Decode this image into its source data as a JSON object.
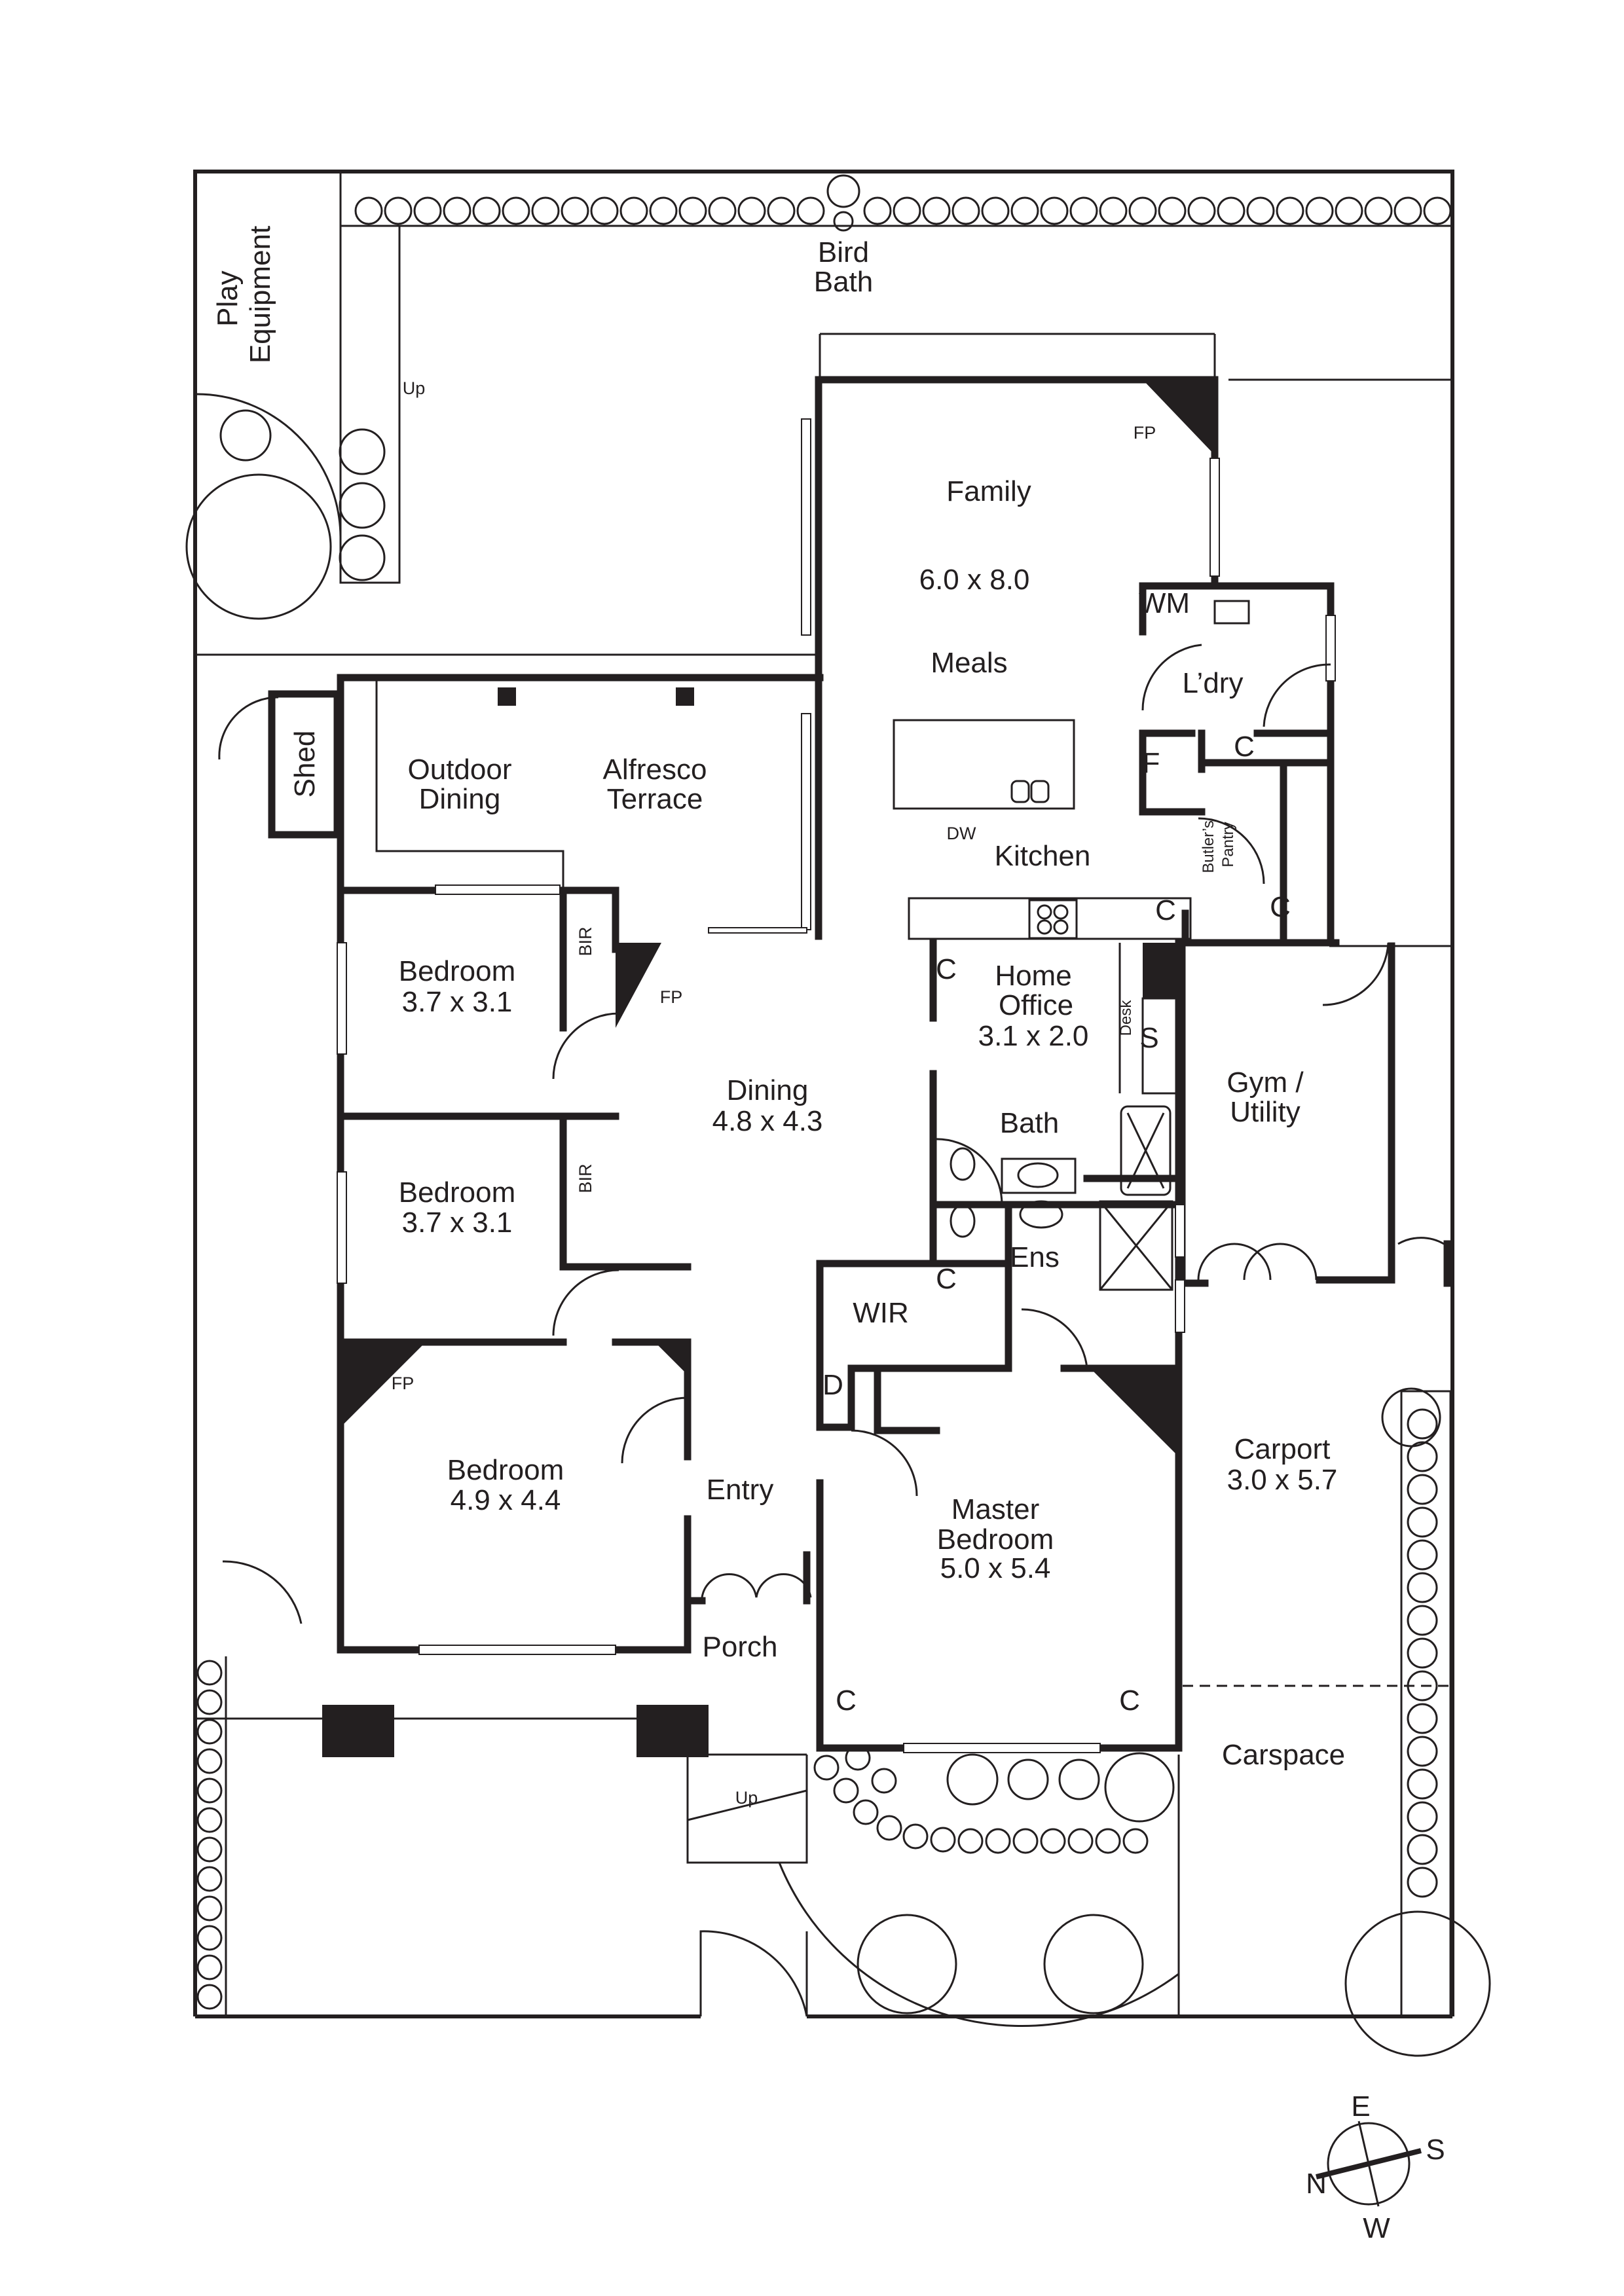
{
  "rooms": {
    "family": {
      "name": "Family",
      "size": "6.0 x 8.0"
    },
    "meals": {
      "name": "Meals"
    },
    "kitchen": {
      "name": "Kitchen"
    },
    "laundry": {
      "name": "L’dry"
    },
    "butlers_pantry": {
      "line1": "Butler’s",
      "line2": "Pantry"
    },
    "outdoor_dining": {
      "line1": "Outdoor",
      "line2": "Dining"
    },
    "alfresco": {
      "line1": "Alfresco",
      "line2": "Terrace"
    },
    "shed": {
      "name": "Shed"
    },
    "bedroom_1": {
      "name": "Bedroom",
      "size": "3.7 x 3.1"
    },
    "bedroom_2": {
      "name": "Bedroom",
      "size": "3.7 x 3.1"
    },
    "bedroom_3": {
      "name": "Bedroom",
      "size": "4.9 x 4.4"
    },
    "dining": {
      "name": "Dining",
      "size": "4.8 x 4.3"
    },
    "home_office": {
      "line1": "Home",
      "line2": "Office",
      "size": "3.1 x 2.0"
    },
    "bath": {
      "name": "Bath"
    },
    "ensuite": {
      "name": "Ens"
    },
    "wir": {
      "name": "WIR"
    },
    "gym": {
      "line1": "Gym /",
      "line2": "Utility"
    },
    "entry": {
      "name": "Entry"
    },
    "porch": {
      "name": "Porch"
    },
    "master": {
      "line1": "Master",
      "line2": "Bedroom",
      "size": "5.0 x 5.4"
    },
    "carport": {
      "name": "Carport",
      "size": "3.0 x 5.7"
    },
    "carspace": {
      "name": "Carspace"
    }
  },
  "features": {
    "play_equipment": {
      "line1": "Play",
      "line2": "Equipment"
    },
    "bird_bath": {
      "line1": "Bird",
      "line2": "Bath"
    },
    "up": "Up",
    "fp": "FP",
    "wm": "WM",
    "dw": "DW",
    "bir": "BIR",
    "cupboard": "C",
    "fridge": "F",
    "desk": "Desk",
    "storage": "S",
    "drawers": "D"
  },
  "compass": {
    "n": "N",
    "e": "E",
    "s": "S",
    "w": "W"
  }
}
